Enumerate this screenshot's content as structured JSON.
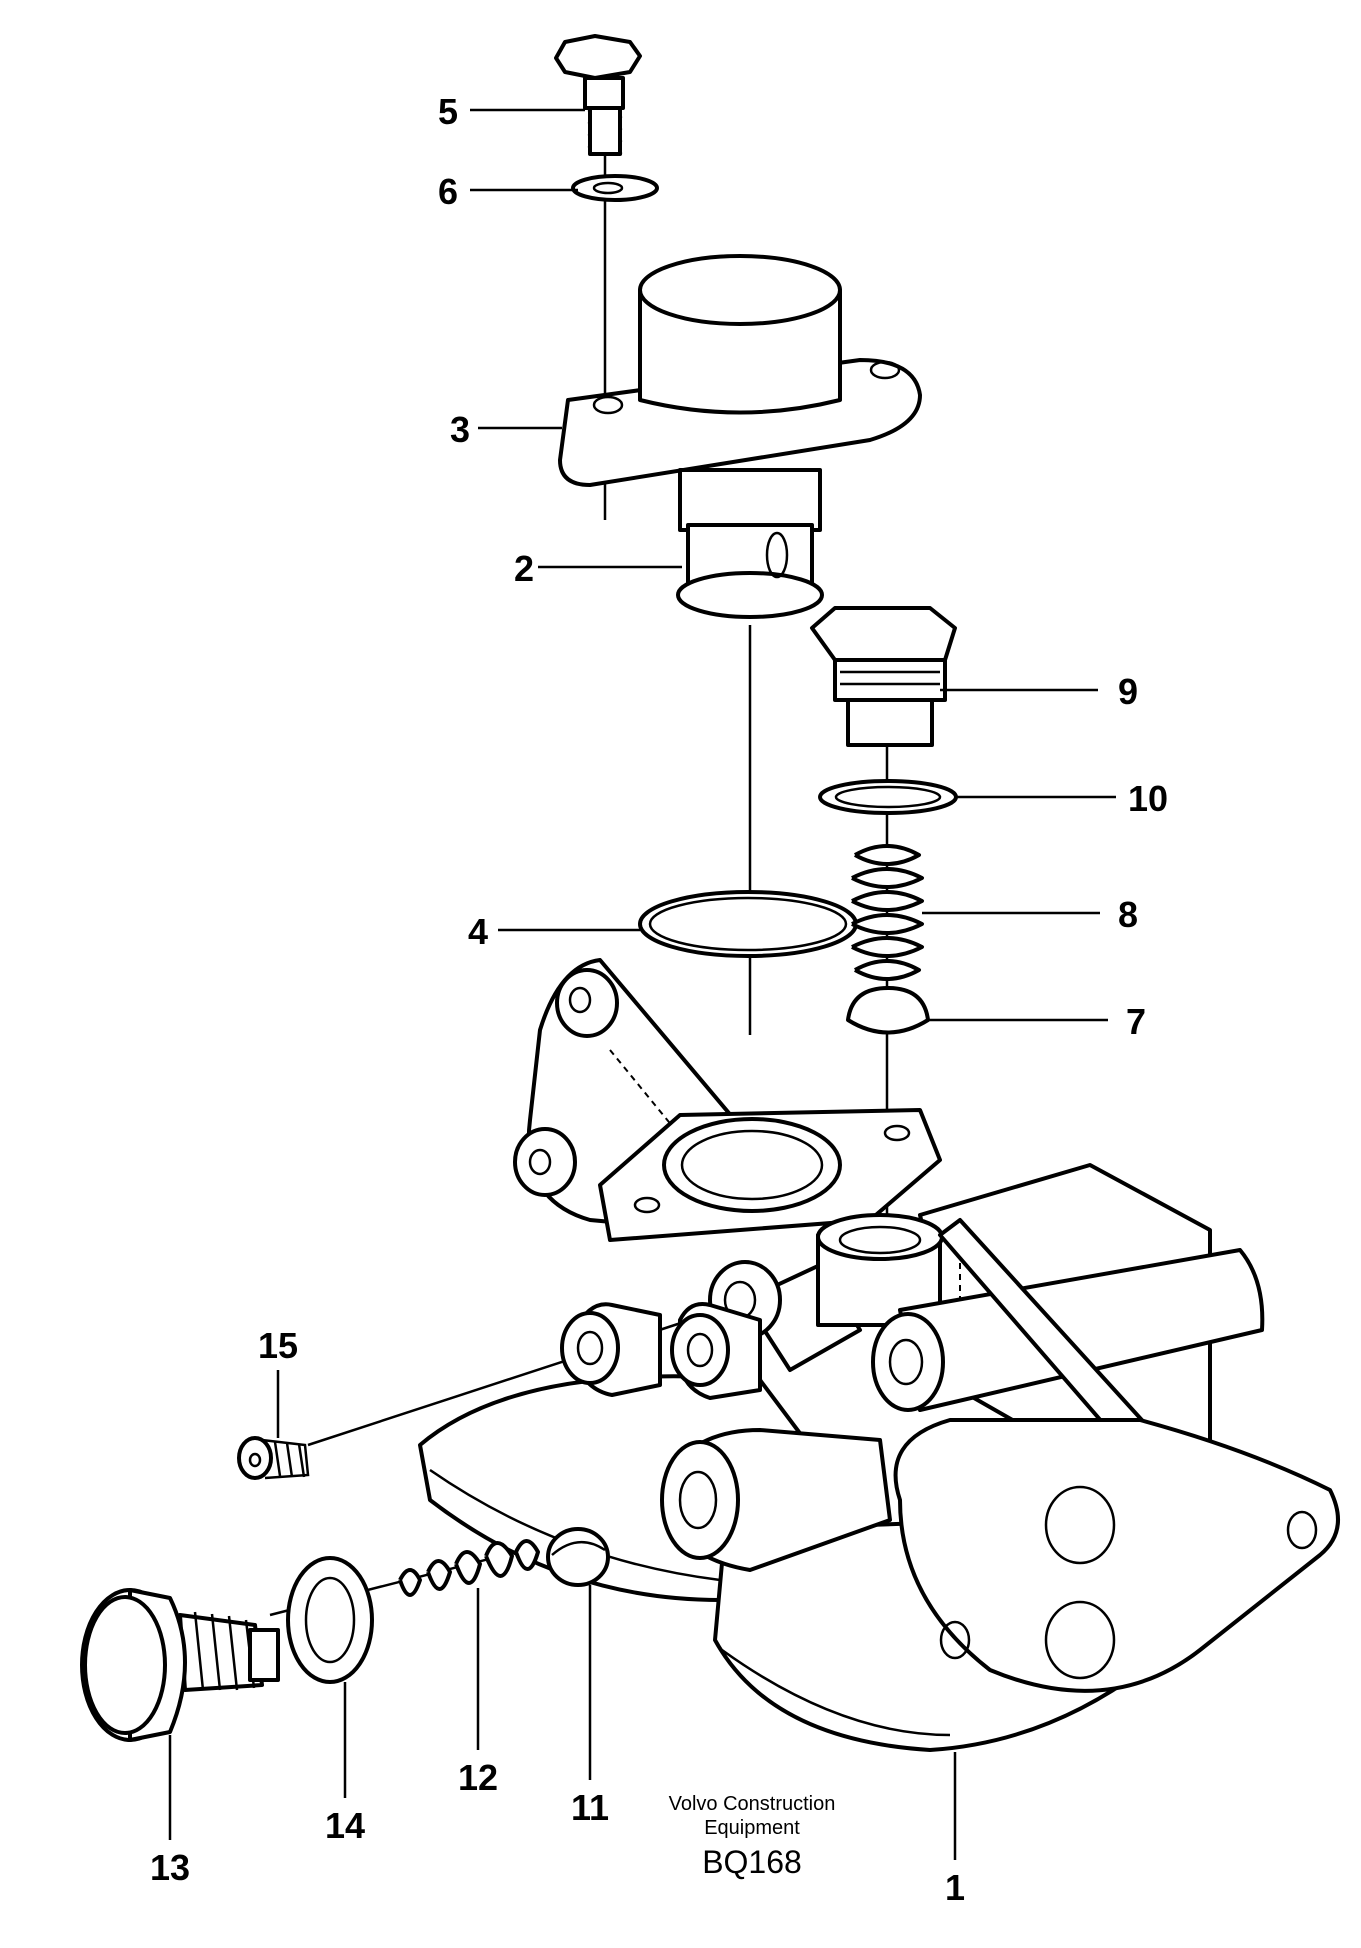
{
  "callouts": [
    {
      "id": "1",
      "label": "1"
    },
    {
      "id": "2",
      "label": "2"
    },
    {
      "id": "3",
      "label": "3"
    },
    {
      "id": "4",
      "label": "4"
    },
    {
      "id": "5",
      "label": "5"
    },
    {
      "id": "6",
      "label": "6"
    },
    {
      "id": "7",
      "label": "7"
    },
    {
      "id": "8",
      "label": "8"
    },
    {
      "id": "9",
      "label": "9"
    },
    {
      "id": "10",
      "label": "10"
    },
    {
      "id": "11",
      "label": "11"
    },
    {
      "id": "12",
      "label": "12"
    },
    {
      "id": "13",
      "label": "13"
    },
    {
      "id": "14",
      "label": "14"
    },
    {
      "id": "15",
      "label": "15"
    }
  ],
  "caption": {
    "line1": "Volvo Construction",
    "line2": "Equipment",
    "code": "BQ168"
  }
}
